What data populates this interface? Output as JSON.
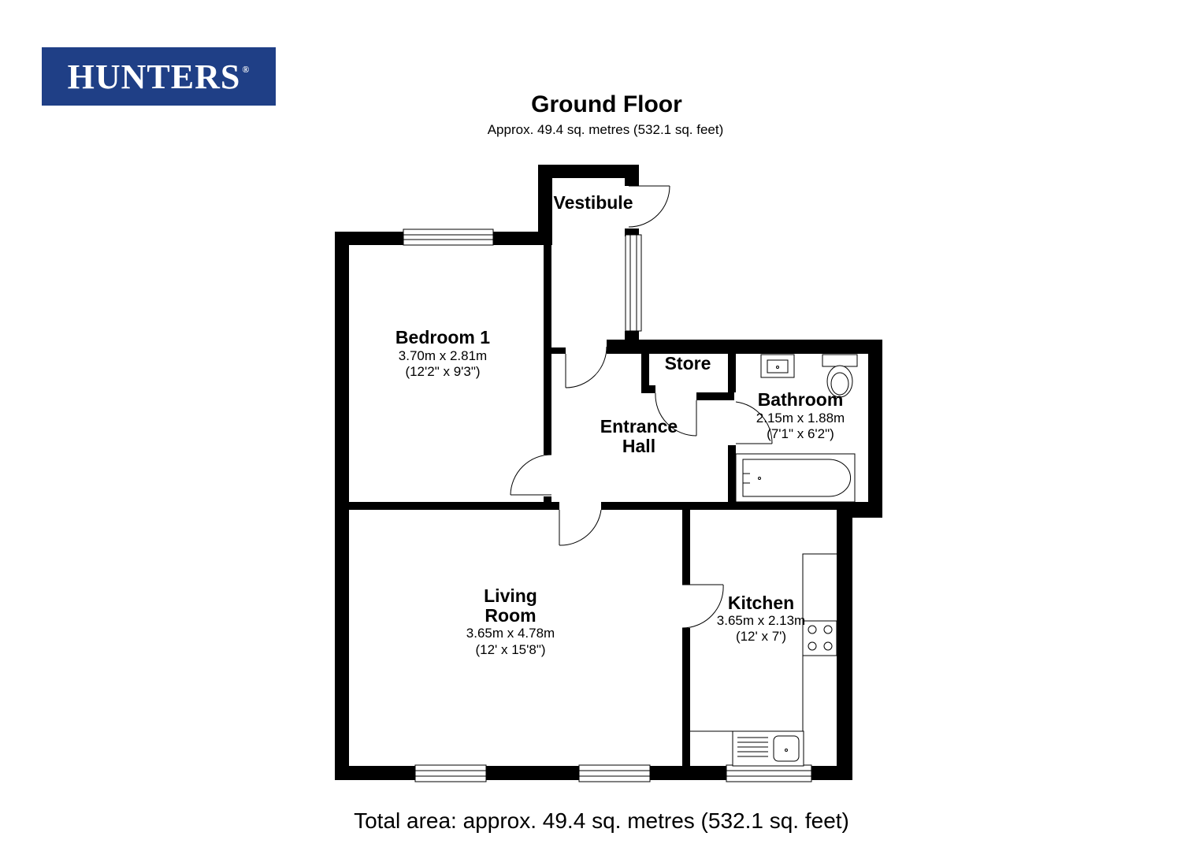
{
  "brand": {
    "logo_text": "HUNTERS",
    "logo_mark": "®",
    "color": "#1f3f86"
  },
  "floor": {
    "title": "Ground Floor",
    "subtitle": "Approx. 49.4 sq. metres (532.1 sq. feet)"
  },
  "rooms": {
    "vestibule": {
      "name": "Vestibule"
    },
    "bedroom1": {
      "name": "Bedroom 1",
      "dim_m": "3.70m x 2.81m",
      "dim_ft": "(12'2\" x 9'3\")"
    },
    "store": {
      "name": "Store"
    },
    "bathroom": {
      "name": "Bathroom",
      "dim_m": "2.15m x 1.88m",
      "dim_ft": "(7'1\" x 6'2\")"
    },
    "entrance_hall": {
      "name_line1": "Entrance",
      "name_line2": "Hall"
    },
    "living_room": {
      "name_line1": "Living",
      "name_line2": "Room",
      "dim_m": "3.65m x 4.78m",
      "dim_ft": "(12' x 15'8\")"
    },
    "kitchen": {
      "name": "Kitchen",
      "dim_m": "3.65m x 2.13m",
      "dim_ft": "(12' x 7')"
    }
  },
  "footer": {
    "total": "Total area: approx. 49.4 sq. metres (532.1 sq. feet)"
  }
}
